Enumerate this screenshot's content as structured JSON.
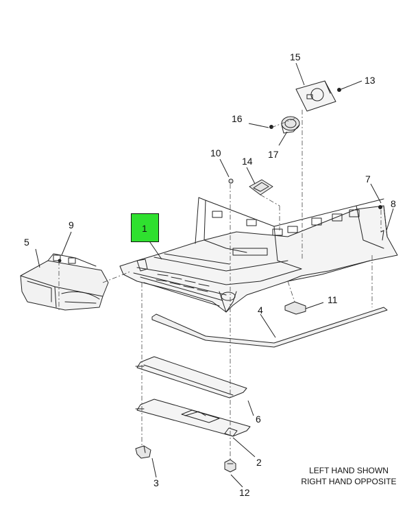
{
  "callouts": {
    "c1": "1",
    "c2": "2",
    "c3": "3",
    "c4": "4",
    "c5": "5",
    "c6": "6",
    "c7": "7",
    "c8": "8",
    "c9": "9",
    "c10": "10",
    "c11": "11",
    "c12": "12",
    "c13": "13",
    "c14": "14",
    "c15": "15",
    "c16": "16",
    "c17": "17"
  },
  "highlighted_part": "1",
  "highlight_color": "#2fe02f",
  "note": {
    "line1": "LEFT HAND SHOWN",
    "line2": "RIGHT HAND OPPOSITE"
  }
}
